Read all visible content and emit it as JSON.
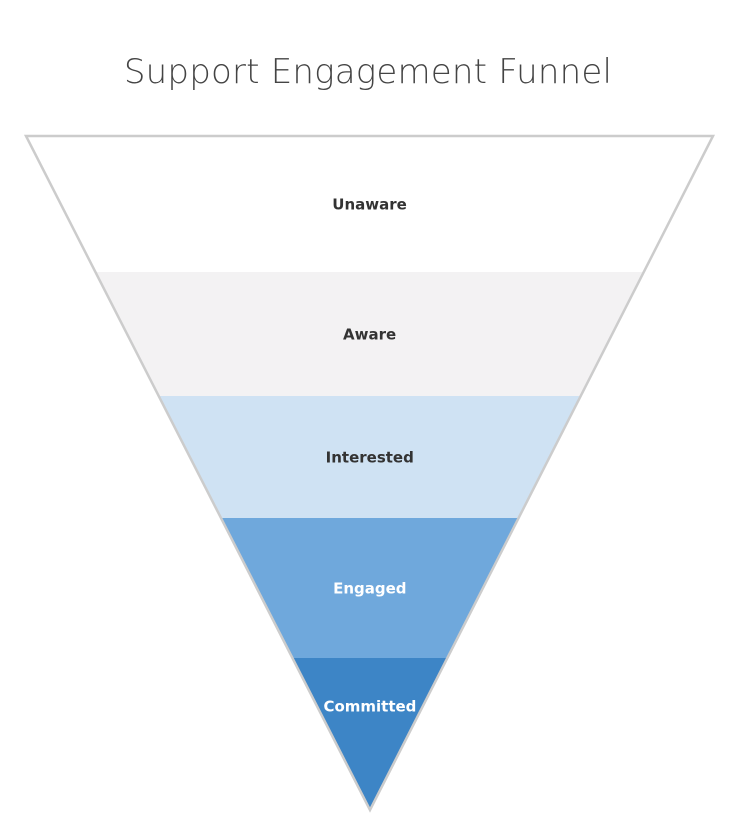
{
  "title": "Support Engagement Funnel",
  "stages": [
    {
      "label": "Unaware",
      "fill": "#ffffff",
      "text_color": "#333333"
    },
    {
      "label": "Aware",
      "fill": "#f3f2f3",
      "text_color": "#333333"
    },
    {
      "label": "Interested",
      "fill": "#cfe2f3",
      "text_color": "#333333"
    },
    {
      "label": "Engaged",
      "fill": "#6fa8dc",
      "text_color": "#ffffff"
    },
    {
      "label": "Committed",
      "fill": "#3d85c6",
      "text_color": "#ffffff"
    }
  ],
  "outline_color": "#cccccc"
}
